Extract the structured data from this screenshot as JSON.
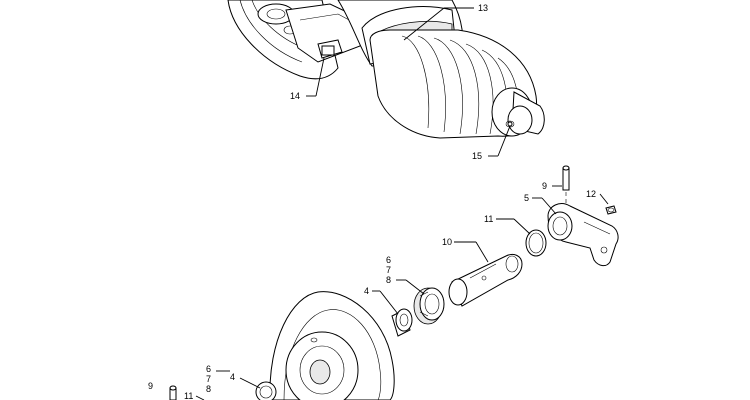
{
  "callouts": {
    "c13": "13",
    "c14": "14",
    "c15": "15",
    "c9a": "9",
    "c12": "12",
    "c5": "5",
    "c11a": "11",
    "c10": "10",
    "c6a": "6",
    "c7a": "7",
    "c8a": "8",
    "c4a": "4",
    "c9b": "9",
    "c11b": "11",
    "c6b": "6",
    "c7b": "7",
    "c8b": "8",
    "c4b": "4"
  }
}
